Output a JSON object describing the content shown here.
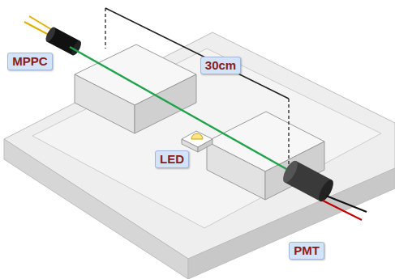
{
  "diagram": {
    "labels": [
      "MPPC",
      "LED",
      "30cm",
      "PMT"
    ]
  }
}
